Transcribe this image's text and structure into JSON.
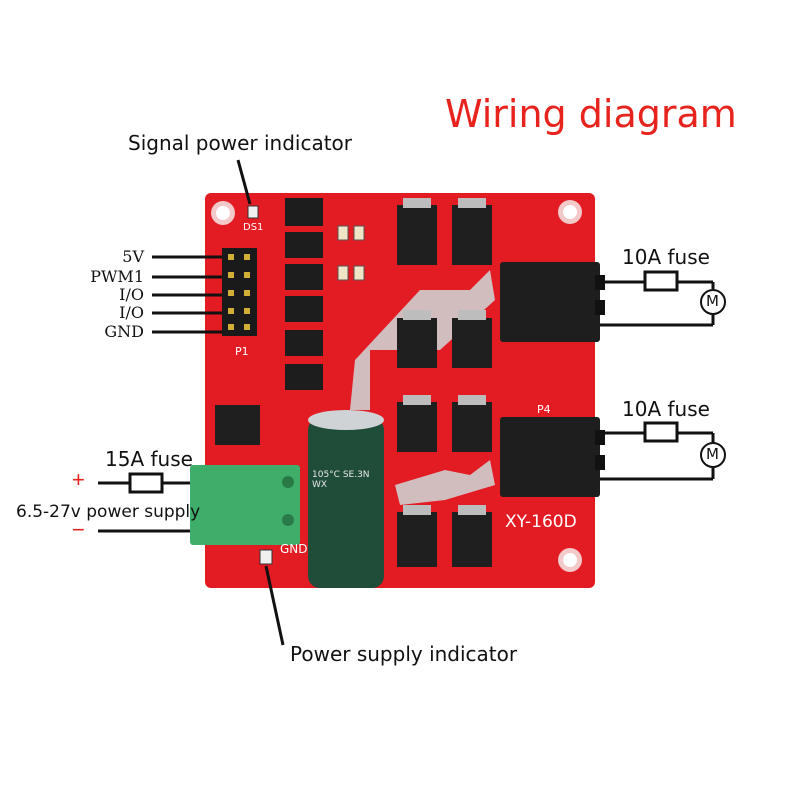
{
  "title": "Wiring diagram",
  "callouts": {
    "signal_indicator": "Signal power indicator",
    "power_indicator": "Power supply indicator",
    "fuse_top": "10A fuse",
    "fuse_bottom": "10A fuse",
    "fuse_input": "15A fuse",
    "supply_range": "6.5-27v power supply",
    "plus": "+",
    "minus": "−"
  },
  "pins": [
    "5V",
    "PWM1",
    "I/O",
    "I/O",
    "GND"
  ],
  "motor_symbol": "M",
  "board": {
    "model": "XY-160D",
    "silk_p1": "P1",
    "silk_p4": "P4",
    "silk_ds1": "DS1",
    "silk_gnd": "GND",
    "cap_text": "105°C  SE.3N  WX"
  },
  "colors": {
    "title": "#e8231d",
    "pcb": "#e31b23",
    "terminal_green": "#3fae6a",
    "connector_black": "#1e1e1e",
    "capacitor": "#1f4d3a"
  }
}
